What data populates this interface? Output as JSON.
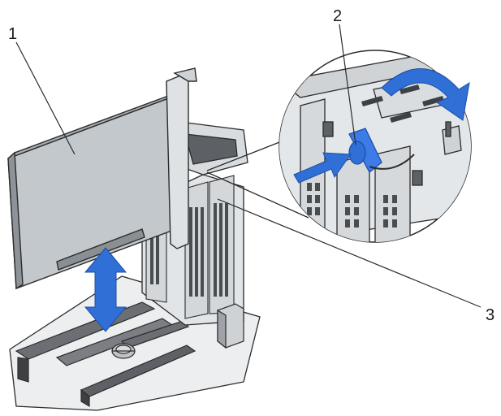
{
  "callouts": [
    {
      "id": "1",
      "label": "1"
    },
    {
      "id": "2",
      "label": "2"
    },
    {
      "id": "3",
      "label": "3"
    }
  ],
  "colors": {
    "line": "#2b2b2b",
    "card_face": "#c9cdd1",
    "card_edge": "#9aa0a6",
    "chassis": "#e6e8ea",
    "dark": "#4a4d50",
    "accent_blue": "#2f6fd6",
    "accent_blue_dark": "#1f4fa6",
    "latch_blue": "#3d7be8"
  },
  "icons": [
    "up-down-arrow-icon",
    "push-arrow-icon",
    "rotate-arrow-icon"
  ]
}
